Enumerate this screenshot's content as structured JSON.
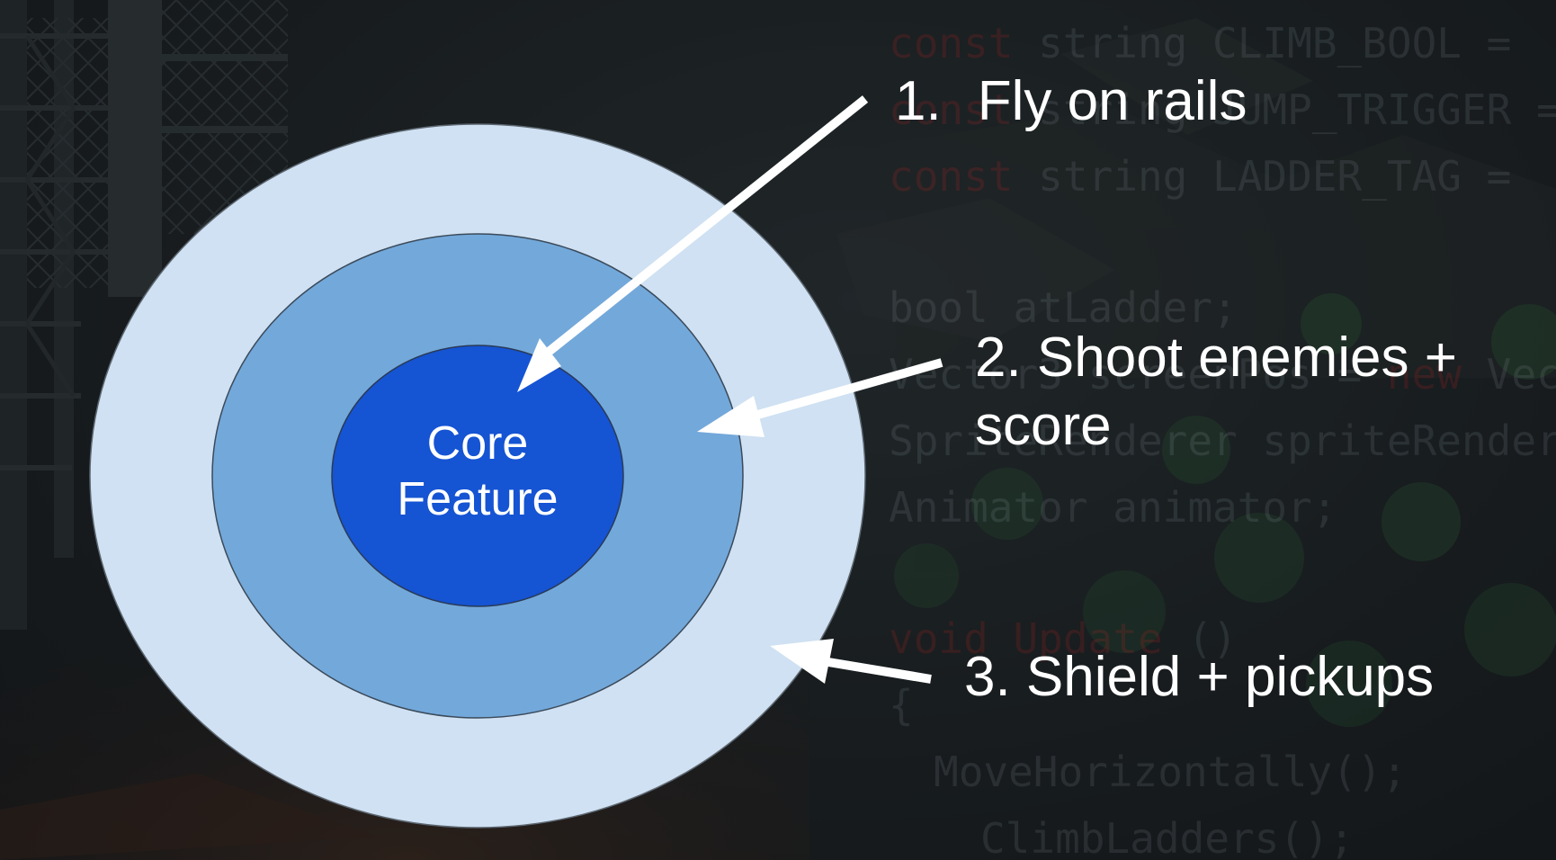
{
  "diagram": {
    "core_label_line1": "Core",
    "core_label_line2": "Feature",
    "items": [
      {
        "number": "1.",
        "text": "Fly on rails"
      },
      {
        "line1": "2. Shoot enemies +",
        "line2": "score"
      },
      {
        "text": "3. Shield + pickups"
      }
    ]
  },
  "background_code": {
    "line1_keyword": "const",
    "line1_rest": " string CLIMB_BOOL =",
    "line2_keyword": "const",
    "line2_rest": " string JUMP_TRIGGER =",
    "line3_keyword": "const",
    "line3_rest": " string LADDER_TAG =",
    "line4": "bool atLadder;",
    "line5_a": "Vector3 screenPos = ",
    "line5_keyword": "new",
    "line5_b": " Vec",
    "line6": "SpriteRenderer spriteRender",
    "line7": "Animator animator;",
    "line8_keyword": "void",
    "line8_name": " Update",
    "line8_rest": " ()",
    "line9": "{",
    "line10": "MoveHorizontally();",
    "line11": "ClimbLadders();"
  },
  "colors": {
    "outer_ring": "#cfe1f2",
    "middle_ring": "#73a8da",
    "inner_core": "#1554d3",
    "label_text": "#ffffff",
    "arrow": "#ffffff"
  }
}
